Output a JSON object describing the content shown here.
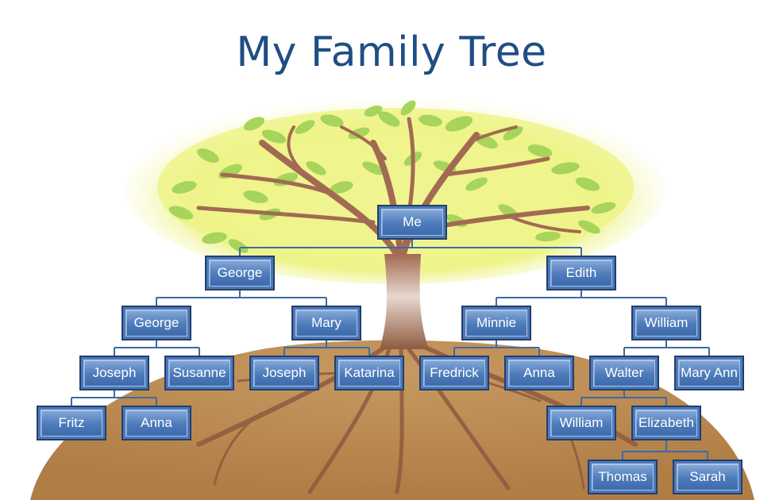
{
  "title": "My Family Tree",
  "colors": {
    "title": "#1f4e84",
    "node": "#4b79ba",
    "connector": "#3d6aa6",
    "canopy": "#eef38a",
    "ground": "#b98a52"
  },
  "people": {
    "me": "Me",
    "george_1": "George",
    "edith": "Edith",
    "george_2": "George",
    "mary": "Mary",
    "minnie": "Minnie",
    "william_1": "William",
    "joseph_1": "Joseph",
    "susanne": "Susanne",
    "joseph_2": "Joseph",
    "katarina": "Katarina",
    "fredrick": "Fredrick",
    "anna_1": "Anna",
    "walter": "Walter",
    "mary_ann": "Mary Ann",
    "fritz": "Fritz",
    "anna_2": "Anna",
    "william_2": "William",
    "elizabeth": "Elizabeth",
    "thomas": "Thomas",
    "sarah": "Sarah"
  }
}
